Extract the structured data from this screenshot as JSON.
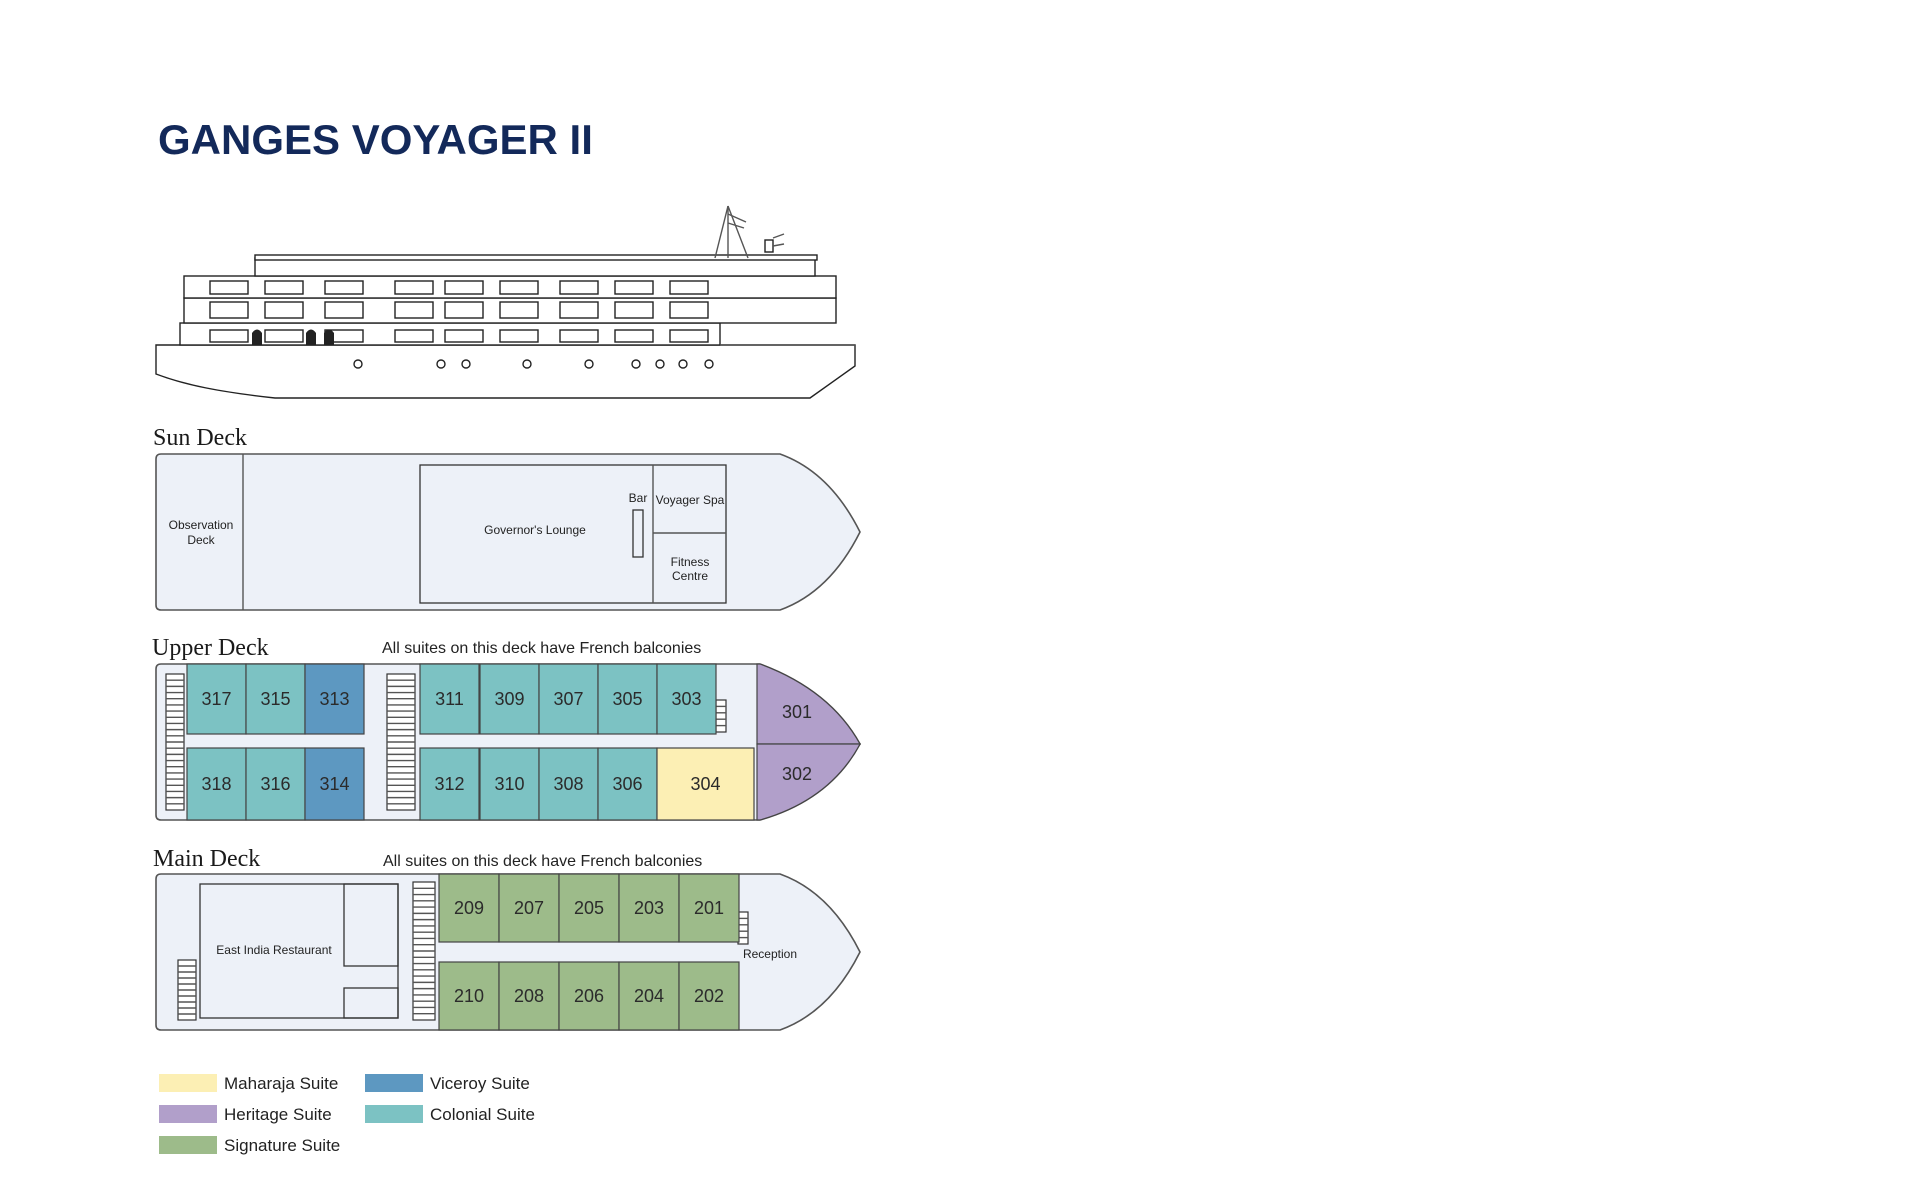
{
  "title": "GANGES VOYAGER II",
  "colors": {
    "maharaja": "#fcefb4",
    "heritage": "#b19fca",
    "signature": "#9dbb8a",
    "viceroy": "#5d98c1",
    "colonial": "#7cc2c3",
    "deck_fill": "#edf1f8"
  },
  "sun_deck": {
    "name": "Sun Deck",
    "areas": {
      "observation_line1": "Observation",
      "observation_line2": "Deck",
      "lounge": "Governor's Lounge",
      "bar": "Bar",
      "spa": "Voyager Spa",
      "fitness_line1": "Fitness",
      "fitness_line2": "Centre"
    }
  },
  "upper_deck": {
    "name": "Upper Deck",
    "note": "All suites on this deck have French balconies",
    "rooms": [
      {
        "id": "317",
        "type": "colonial"
      },
      {
        "id": "315",
        "type": "colonial"
      },
      {
        "id": "313",
        "type": "viceroy"
      },
      {
        "id": "318",
        "type": "colonial"
      },
      {
        "id": "316",
        "type": "colonial"
      },
      {
        "id": "314",
        "type": "viceroy"
      },
      {
        "id": "311",
        "type": "colonial"
      },
      {
        "id": "309",
        "type": "colonial"
      },
      {
        "id": "307",
        "type": "colonial"
      },
      {
        "id": "305",
        "type": "colonial"
      },
      {
        "id": "303",
        "type": "colonial"
      },
      {
        "id": "312",
        "type": "colonial"
      },
      {
        "id": "310",
        "type": "colonial"
      },
      {
        "id": "308",
        "type": "colonial"
      },
      {
        "id": "306",
        "type": "colonial"
      },
      {
        "id": "304",
        "type": "maharaja"
      },
      {
        "id": "301",
        "type": "heritage"
      },
      {
        "id": "302",
        "type": "heritage"
      }
    ]
  },
  "main_deck": {
    "name": "Main Deck",
    "note": "All suites on this deck have French balconies",
    "areas": {
      "restaurant": "East India Restaurant",
      "reception": "Reception"
    },
    "rooms": [
      {
        "id": "209",
        "type": "signature"
      },
      {
        "id": "207",
        "type": "signature"
      },
      {
        "id": "205",
        "type": "signature"
      },
      {
        "id": "203",
        "type": "signature"
      },
      {
        "id": "201",
        "type": "signature"
      },
      {
        "id": "210",
        "type": "signature"
      },
      {
        "id": "208",
        "type": "signature"
      },
      {
        "id": "206",
        "type": "signature"
      },
      {
        "id": "204",
        "type": "signature"
      },
      {
        "id": "202",
        "type": "signature"
      }
    ]
  },
  "legend": [
    {
      "label": "Maharaja Suite",
      "type": "maharaja"
    },
    {
      "label": "Heritage Suite",
      "type": "heritage"
    },
    {
      "label": "Signature Suite",
      "type": "signature"
    },
    {
      "label": "Viceroy Suite",
      "type": "viceroy"
    },
    {
      "label": "Colonial Suite",
      "type": "colonial"
    }
  ]
}
